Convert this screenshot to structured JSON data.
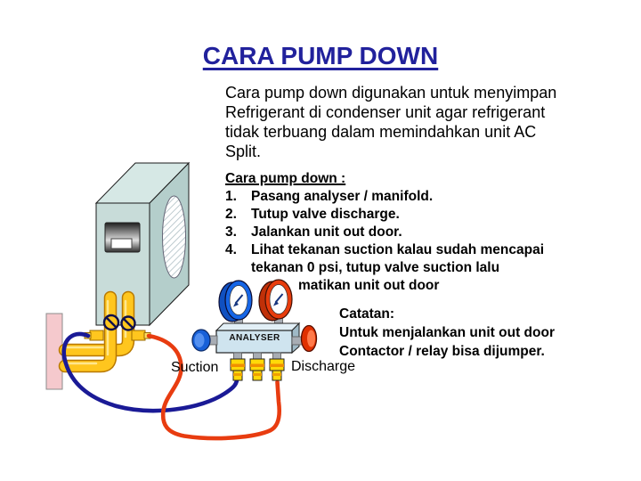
{
  "slide": {
    "title": "CARA PUMP DOWN",
    "intro_lines": [
      "Cara pump down digunakan untuk menyimpan",
      "Refrigerant di condenser unit agar refrigerant",
      "tidak terbuang dalam memindahkan unit AC",
      "Split."
    ],
    "steps": {
      "heading": "Cara pump down :",
      "items": [
        {
          "num": "1.",
          "text": "Pasang analyser / manifold."
        },
        {
          "num": "2.",
          "text": "Tutup valve discharge."
        },
        {
          "num": "3.",
          "text": "Jalankan unit out door."
        },
        {
          "num": "4.",
          "text": "Lihat tekanan suction kalau sudah mencapai"
        }
      ],
      "item4_cont": "tekanan 0 psi, tutup valve suction lalu",
      "item4_cont2": "matikan unit out door"
    },
    "note": {
      "heading": "Catatan:",
      "lines": [
        "Untuk menjalankan unit out door",
        "Contactor / relay bisa dijumper."
      ]
    },
    "diagram": {
      "device_label": "ANALYSER",
      "suction_label": "Suction",
      "discharge_label": "Discharge"
    },
    "colors": {
      "title_blue": "#21219c",
      "body_text": "#000000",
      "condenser_teal": "#c8dcd9",
      "wall_pink": "#f5c9cd",
      "pipe_yellow": "#ffc61e",
      "suction_hose_blue": "#1a1a96",
      "discharge_hose_red": "#e83c10",
      "gauge_blue": "#1565e6",
      "gauge_red": "#e83c0c",
      "manifold_blue": "#cfe4ef",
      "connector_yellow": "#ffd908"
    }
  }
}
